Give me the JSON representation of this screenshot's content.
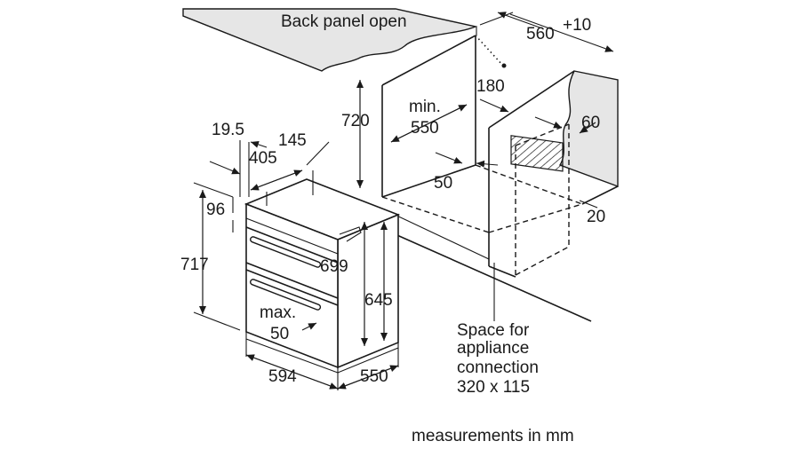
{
  "labels": {
    "back_panel": "Back panel open",
    "width_cut": "560",
    "width_cut_tol": "+10",
    "d180": "180",
    "d720": "720",
    "min": "min.",
    "d550_niche": "550",
    "d60": "60",
    "d19_5": "19.5",
    "d145": "145",
    "d405": "405",
    "d50_top": "50",
    "d20": "20",
    "d96": "96",
    "d717": "717",
    "d699": "699",
    "d645": "645",
    "max": "max.",
    "d50_bottom": "50",
    "d594": "594",
    "d550_depth": "550",
    "space_line1": "Space for",
    "space_line2": "appliance",
    "space_line3": "connection",
    "space_line4": "320 x 115",
    "footer": "measurements in mm"
  },
  "colors": {
    "worktop": "#e6e6e6",
    "line": "#1a1a1a",
    "background": "#ffffff"
  }
}
